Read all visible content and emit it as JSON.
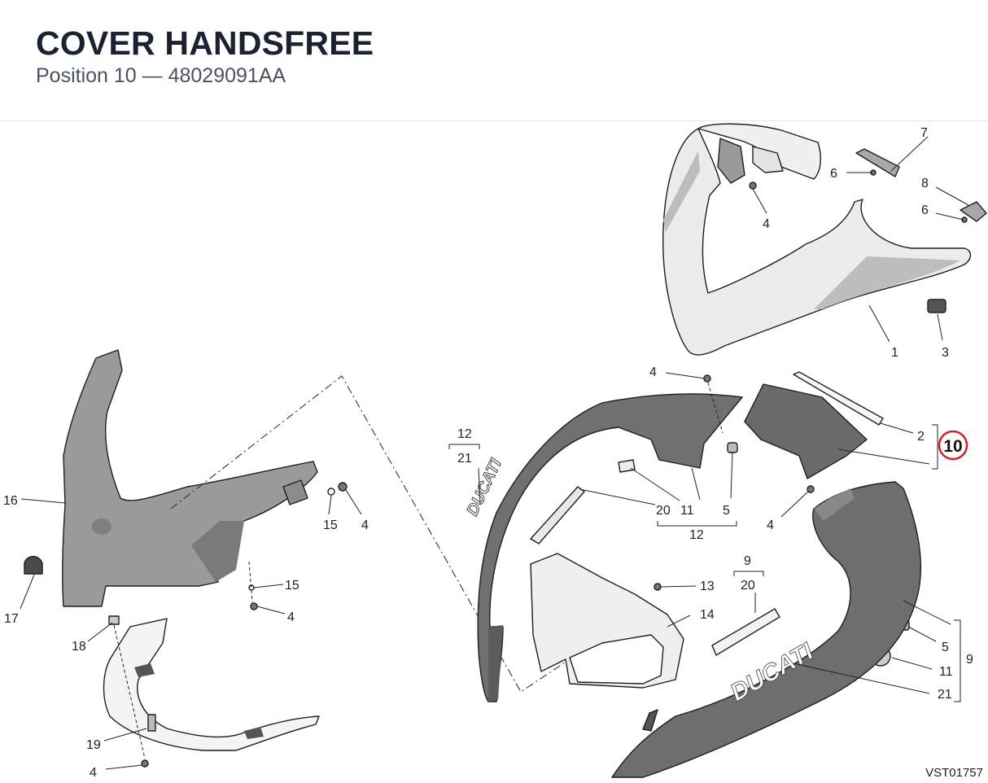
{
  "page": {
    "title": "COVER HANDSFREE",
    "subtitle": "Position 10 — 48029091AA",
    "drawing_code": "VST01757"
  },
  "colors": {
    "part_fill": "#9a9a9a",
    "part_dark": "#6e6e6e",
    "part_light": "#bdbdbd",
    "highlight_ring": "#d0202a"
  },
  "labels": {
    "l1": "1",
    "l2": "2",
    "l3": "3",
    "l4a": "4",
    "l4b": "4",
    "l4c": "4",
    "l4d": "4",
    "l4e": "4",
    "l4f": "4",
    "l5a": "5",
    "l5b": "5",
    "l6a": "6",
    "l6b": "6",
    "l7": "7",
    "l8": "8",
    "l9a": "9",
    "l9b": "9",
    "l11a": "11",
    "l11b": "11",
    "l12a": "12",
    "l12b": "12",
    "l13": "13",
    "l14": "14",
    "l15a": "15",
    "l15b": "15",
    "l16": "16",
    "l17": "17",
    "l18": "18",
    "l19": "19",
    "l20a": "20",
    "l20b": "20",
    "l21a": "21",
    "l21b": "21",
    "highlight": "10"
  },
  "brand_text": "DUCATI"
}
